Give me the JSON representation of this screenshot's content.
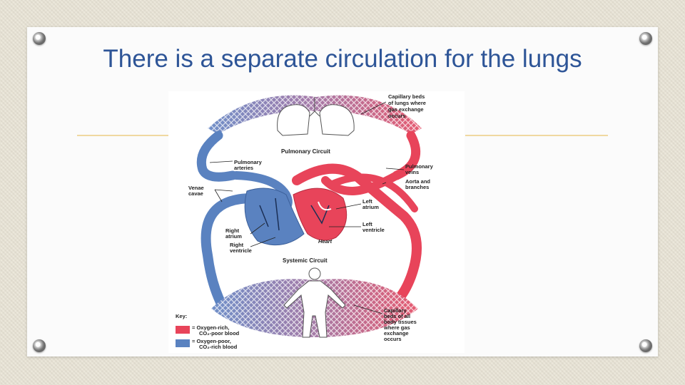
{
  "slide": {
    "title": "There is a separate circulation for the lungs"
  },
  "diagram": {
    "circuits": {
      "pulmonary": "Pulmonary Circuit",
      "systemic": "Systemic Circuit"
    },
    "labels": {
      "capillary_lungs_1": "Capillary beds",
      "capillary_lungs_2": "of lungs where",
      "capillary_lungs_3": "gas exchange",
      "capillary_lungs_4": "occurs",
      "pulmonary_arteries_1": "Pulmonary",
      "pulmonary_arteries_2": "arteries",
      "pulmonary_veins_1": "Pulmonary",
      "pulmonary_veins_2": "veins",
      "aorta_1": "Aorta and",
      "aorta_2": "branches",
      "venae_cavae_1": "Venae",
      "venae_cavae_2": "cavae",
      "left_atrium_1": "Left",
      "left_atrium_2": "atrium",
      "left_ventricle_1": "Left",
      "left_ventricle_2": "ventricle",
      "right_atrium_1": "Right",
      "right_atrium_2": "atrium",
      "right_ventricle_1": "Right",
      "right_ventricle_2": "ventricle",
      "heart": "Heart",
      "capillary_body_1": "Capillary",
      "capillary_body_2": "beds of all",
      "capillary_body_3": "body tissues",
      "capillary_body_4": "where gas",
      "capillary_body_5": "exchange",
      "capillary_body_6": "occurs"
    },
    "key": {
      "title": "Key:",
      "oxygen_rich_1": "= Oxygen-rich,",
      "oxygen_rich_2": "CO₂-poor blood",
      "oxygen_poor_1": "= Oxygen-poor,",
      "oxygen_poor_2": "CO₂-rich blood"
    },
    "colors": {
      "oxygen_rich": "#e8445a",
      "oxygen_poor": "#5a82c0",
      "title_blue": "#2e5597"
    }
  }
}
